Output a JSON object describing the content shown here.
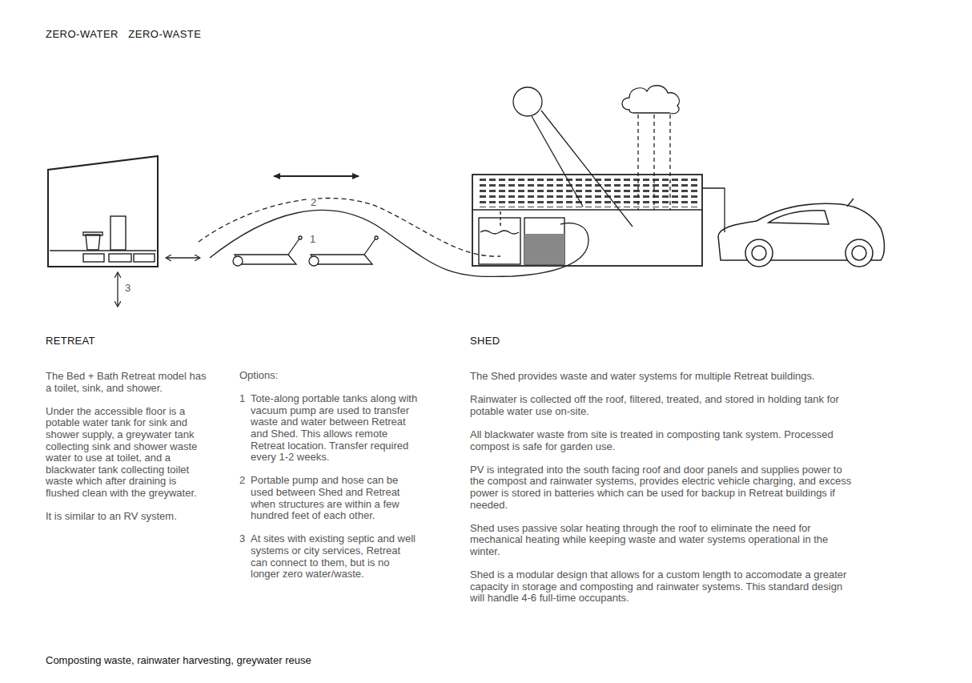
{
  "diagram": {
    "title": "ZERO-WATER   ZERO-WASTE",
    "caption": "Composting waste, rainwater harvesting, greywater reuse",
    "labels": [
      "2",
      "1",
      "3",
      "RETREAT",
      "The Bed + Bath Retreat model has a toilet, sink, and shower.",
      "Under the accessible floor is a potable water tank for sink and shower supply, a greywater tank collecting sink and shower waste water to use at toilet, and a blackwater tank collecting toilet waste which after draining is flushed clean with the greywater.",
      "It is similar to an RV system.",
      "Options:",
      "1",
      "Tote-along portable tanks along with vacuum pump are used to transfer waste and water between Retreat and Shed. This allows remote Retreat location. Transfer required every 1-2 weeks.",
      "2",
      "Portable pump and hose can be used between Shed and Retreat when structures are within a few hundred feet of each other.",
      "3",
      "At sites with existing septic and well systems or city services, Retreat can connect to them, but is no longer zero water/waste.",
      "SHED",
      "The Shed provides waste and water systems for multiple Retreat buildings.",
      "Rainwater is collected off the roof, filtered, treated, and stored in holding tank for potable water use on-site.",
      "All blackwater waste from site is treated in composting tank system. Processed compost is safe for garden use.",
      "PV is integrated into the south facing roof and door panels and supplies power to the compost and rainwater systems, provides electric vehicle charging, and excess power is stored in batteries which can be used for backup in Retreat buildings if needed.",
      "Shed uses passive solar heating through the roof to eliminate the need for mechanical heating while keeping waste and water systems operational in the winter.",
      "Shed is a modular design that allows for a custom length to accomodate a greater capacity in storage and composting and rainwater systems. This standard design will handle 4-6 full-time occupants."
    ]
  }
}
